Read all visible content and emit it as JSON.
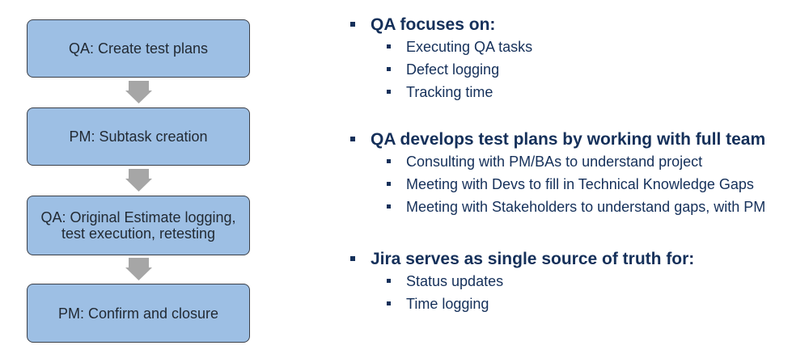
{
  "flowchart": {
    "steps": [
      {
        "label": "QA: Create test plans"
      },
      {
        "label": "PM: Subtask creation"
      },
      {
        "label_line1": "QA: Original Estimate logging,",
        "label_line2": "test execution, retesting"
      },
      {
        "label": "PM: Confirm and closure"
      }
    ],
    "colors": {
      "box_fill": "#9dbfe4",
      "box_border": "#3a3f48",
      "arrow": "#a6a6a6"
    }
  },
  "bullets": [
    {
      "title": "QA focuses on:",
      "items": [
        "Executing QA tasks",
        "Defect logging",
        "Tracking time"
      ]
    },
    {
      "title": "QA develops test plans by working with full team",
      "items": [
        "Consulting with PM/BAs to understand project",
        "Meeting with Devs to fill in Technical Knowledge Gaps",
        "Meeting with Stakeholders to understand gaps, with PM"
      ]
    },
    {
      "title": "Jira serves as single source of truth for:",
      "items": [
        "Status updates",
        "Time logging"
      ]
    }
  ],
  "text_color": "#15305a"
}
